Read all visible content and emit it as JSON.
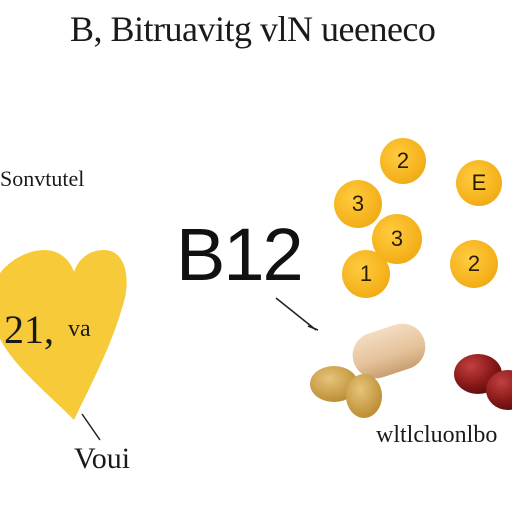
{
  "title": "B, Bitruavitg vlN ueeneco",
  "left_label": "Sonvtutel",
  "center_label": "B12",
  "heart": {
    "text_main": "21,",
    "text_side": "va",
    "color": "#f7ca3a"
  },
  "bottom_left_label": "Voui",
  "bottom_right_label": "wltlcluonlbo",
  "coins": [
    {
      "label": "2"
    },
    {
      "label": "E"
    },
    {
      "label": "3"
    },
    {
      "label": "3"
    },
    {
      "label": "1"
    },
    {
      "label": "2"
    }
  ],
  "colors": {
    "coin": "#f5b21c",
    "capsule": "#e8c8a4",
    "nut": "#d1a64a",
    "bean": "#8b1a1a"
  }
}
